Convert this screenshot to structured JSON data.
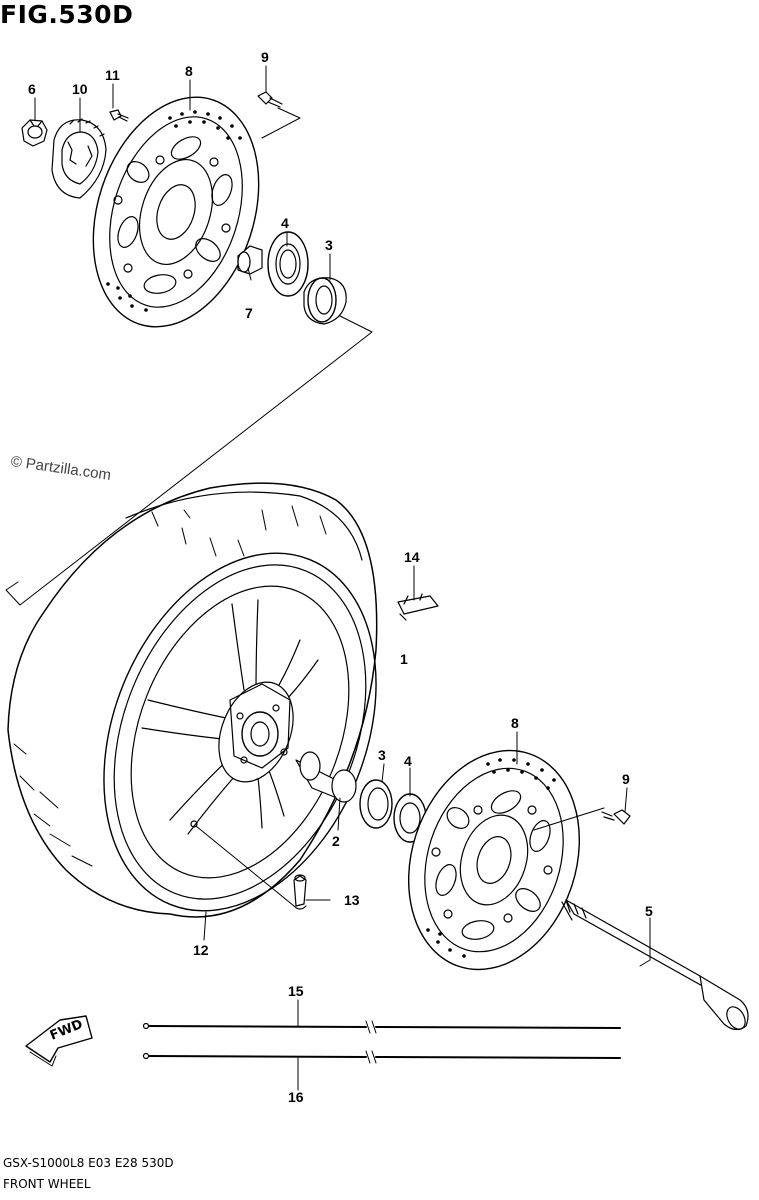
{
  "figure": {
    "title": "FIG.530D",
    "watermark": "© Partzilla.com",
    "model_code": "GSX-S1000L8  E03  E28  530D",
    "section_name": "FRONT WHEEL",
    "fwd_label": "FWD"
  },
  "callouts": [
    {
      "id": "c6-top",
      "number": "6"
    },
    {
      "id": "c10",
      "number": "10"
    },
    {
      "id": "c11",
      "number": "11"
    },
    {
      "id": "c8-top",
      "number": "8"
    },
    {
      "id": "c9-top",
      "number": "9"
    },
    {
      "id": "c4-top",
      "number": "4"
    },
    {
      "id": "c3-top",
      "number": "3"
    },
    {
      "id": "c7",
      "number": "7"
    },
    {
      "id": "c14",
      "number": "14"
    },
    {
      "id": "c1",
      "number": "1"
    },
    {
      "id": "c3-mid",
      "number": "3"
    },
    {
      "id": "c4-mid",
      "number": "4"
    },
    {
      "id": "c8-mid",
      "number": "8"
    },
    {
      "id": "c9-mid",
      "number": "9"
    },
    {
      "id": "c2",
      "number": "2"
    },
    {
      "id": "c13",
      "number": "13"
    },
    {
      "id": "c5",
      "number": "5"
    },
    {
      "id": "c12",
      "number": "12"
    },
    {
      "id": "c15",
      "number": "15"
    },
    {
      "id": "c16",
      "number": "16"
    }
  ]
}
